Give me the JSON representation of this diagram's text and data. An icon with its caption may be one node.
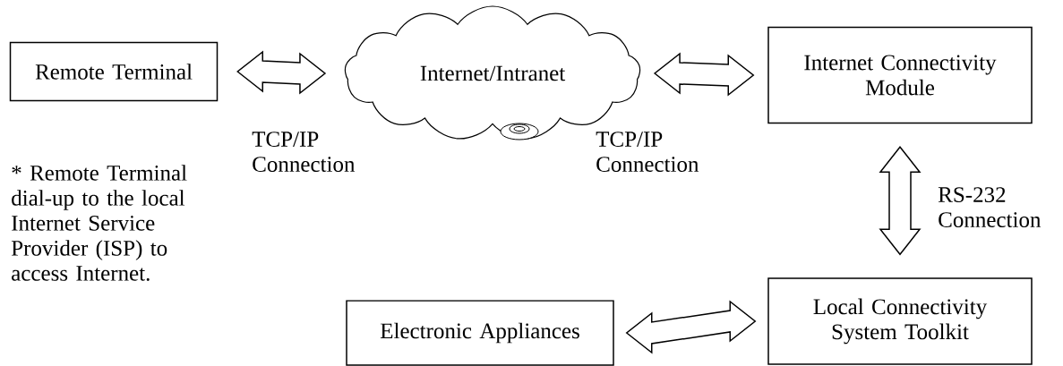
{
  "diagram": {
    "nodes": [
      {
        "text": [
          "Remote Terminal"
        ]
      },
      {
        "text": [
          "Internet/Intranet"
        ]
      },
      {
        "text": [
          "Internet Connectivity Module"
        ]
      },
      {
        "text": [
          "Local Connectivity System Toolkit"
        ]
      },
      {
        "text": [
          "Electronic Appliances"
        ]
      }
    ],
    "edges": [
      {
        "from": 0,
        "to": 1,
        "arrow": "both",
        "label": "TCP/IP Connection"
      },
      {
        "from": 1,
        "to": 2,
        "arrow": "both",
        "label": "TCP/IP Connection"
      },
      {
        "from": 2,
        "to": 3,
        "arrow": "both",
        "label": "RS-232 Connection"
      },
      {
        "from": 4,
        "to": 3,
        "arrow": "both"
      }
    ],
    "labels": [
      "* Remote Terminal dial-up to the local Internet Service Provider (ISP) to access Internet."
    ]
  }
}
